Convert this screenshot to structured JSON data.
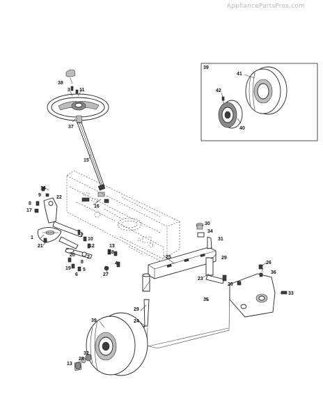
{
  "watermark": "AppliancePartsPros.com",
  "callouts": {
    "c1": "1",
    "c2": "2",
    "c3": "3",
    "c4": "4",
    "c5": "5",
    "c6": "6",
    "c7": "7",
    "c8": "8",
    "c8b": "8",
    "c9": "9",
    "c10": "10",
    "c11": "11",
    "c12": "12",
    "c13": "13",
    "c14": "14",
    "c15": "15",
    "c16": "16",
    "c17": "17",
    "c18": "18",
    "c19": "19",
    "c20": "20",
    "c21": "21",
    "c22": "22",
    "c23": "23",
    "c24": "24",
    "c25": "25",
    "c26": "26",
    "c27": "27",
    "c28": "28",
    "c28b": "28",
    "c29": "29",
    "c29b": "29",
    "c30": "30",
    "c31": "31",
    "c32": "32",
    "c33": "33",
    "c34": "34",
    "c35": "35",
    "c36": "36",
    "c37": "37",
    "c38": "38",
    "c39": "39",
    "c39b": "39",
    "c40": "40",
    "c41": "41",
    "c42": "42"
  }
}
